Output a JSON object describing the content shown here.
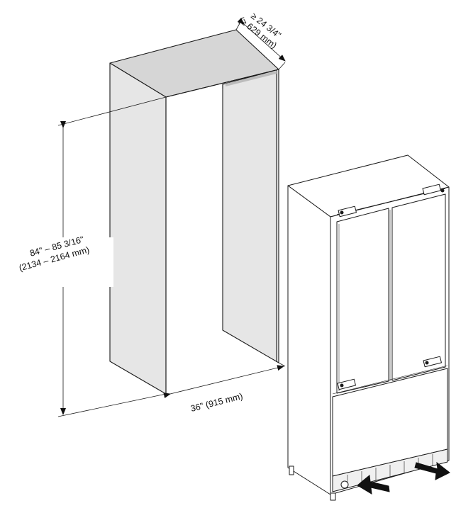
{
  "dimensions": {
    "depth_line1": "≥ 24 3/4\"",
    "depth_line2": "(≥ 629 mm)",
    "height_line1": "84\" – 85 3/16\"",
    "height_line2": "(2134 – 2164 mm)",
    "width_label": "36\" (915 mm)"
  },
  "colors": {
    "niche_fill": "#e6e6e6",
    "niche_top": "#d4d4d4",
    "stroke": "#1a1a1a"
  },
  "icons": {
    "arrow_in": "arrow-in-icon",
    "arrow_out": "arrow-out-icon"
  }
}
